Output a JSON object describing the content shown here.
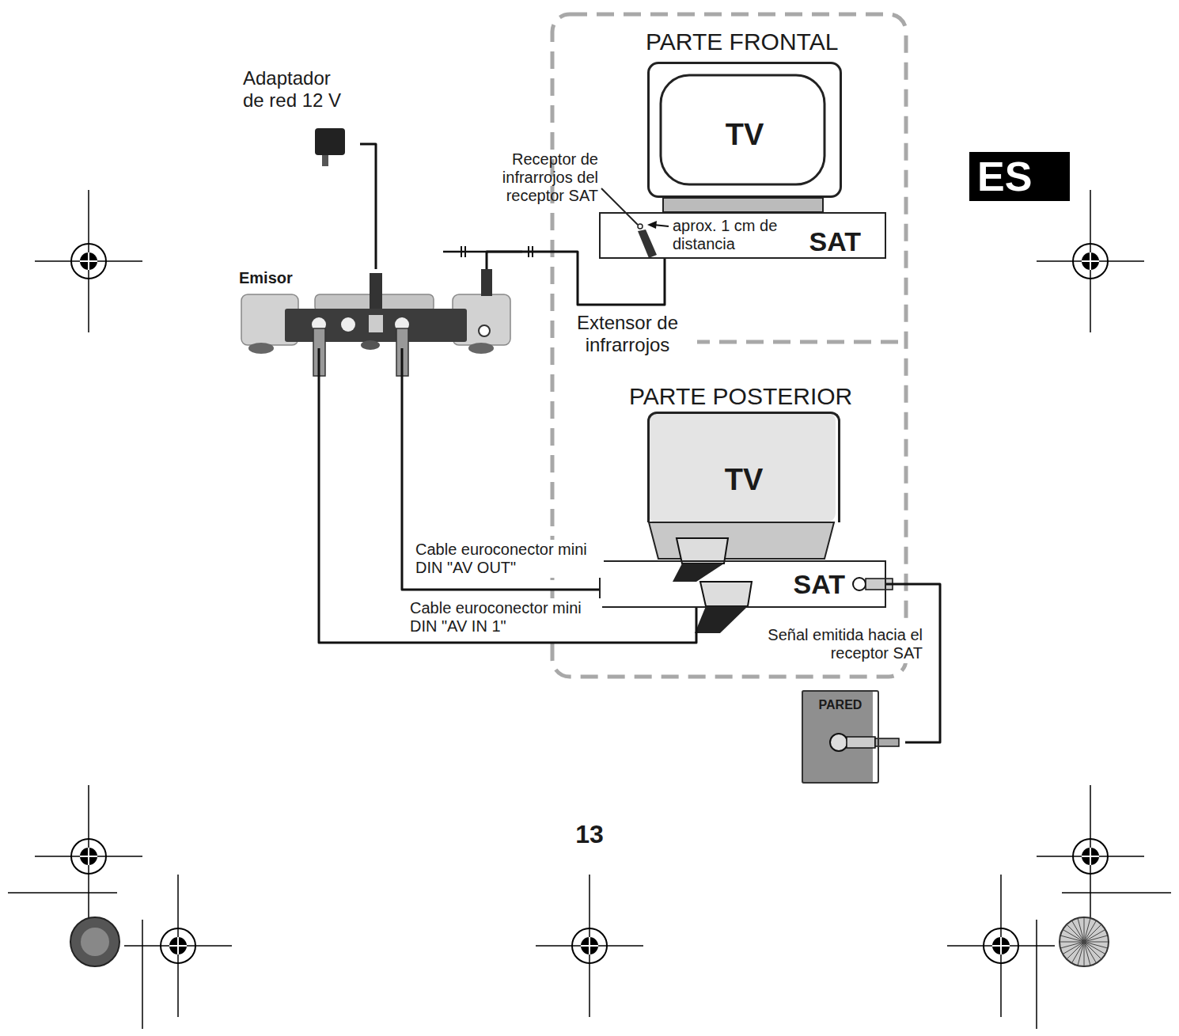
{
  "diagram": {
    "nodes": [
      {
        "text": [
          "Emisor"
        ]
      },
      {
        "text": [
          "TV"
        ]
      },
      {
        "text": [
          "SAT"
        ]
      },
      {
        "text": [
          "TV"
        ]
      },
      {
        "text": [
          "SAT"
        ]
      },
      {
        "text": [
          "PARED"
        ]
      },
      {
        "text": [
          "ES"
        ]
      },
      {
        "text": [
          "Adaptador de red 12 V"
        ]
      }
    ],
    "edges": [
      {
        "from": 7,
        "to": 0,
        "arrow": "none"
      },
      {
        "from": 0,
        "to": 4,
        "label": "Cable euroconector mini DIN \"AV OUT\"",
        "arrow": "none"
      },
      {
        "from": 0,
        "to": 4,
        "label": "Cable euroconector mini DIN \"AV IN 1\"",
        "arrow": "none"
      },
      {
        "from": 4,
        "to": 5,
        "label": "Señal emitida hacia el receptor SAT",
        "arrow": "none"
      },
      {
        "from": 0,
        "to": 2,
        "label": "Extensor de infrarrojos",
        "arrow": "none"
      }
    ],
    "labels": [
      "PARTE FRONTAL",
      "PARTE POSTERIOR",
      "Receptor de infrarrojos del receptor SAT",
      "aprox. 1 cm de distancia",
      "13"
    ]
  }
}
